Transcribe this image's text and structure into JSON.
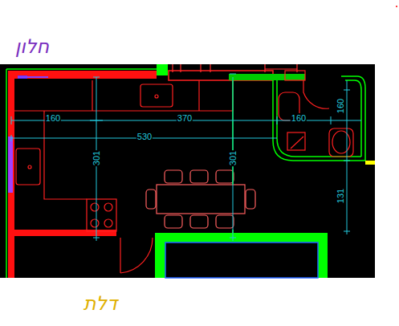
{
  "diagram": {
    "labels": [
      "חלון",
      "160",
      "370",
      "530",
      "301",
      "301",
      "160",
      "160",
      "131",
      "דלת"
    ]
  }
}
